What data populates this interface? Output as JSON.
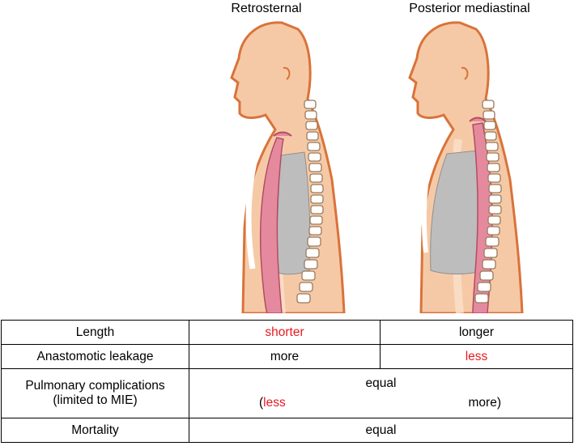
{
  "figure": {
    "title_left": "Retrosternal",
    "title_right": "Posterior mediastinal"
  },
  "illustration": {
    "left_panel": "retrosternal-route-body",
    "right_panel": "posterior-mediastinal-route-body"
  },
  "colors": {
    "skin": "#f6c9a6",
    "skin_outline": "#d9733a",
    "conduit": "#e58a9e",
    "lung": "#bdbdbd",
    "spine": "#ffffff",
    "highlight_text": "#e8191f",
    "text": "#000000"
  },
  "table": {
    "rows": [
      {
        "label": "Length",
        "retrosternal": "shorter",
        "posterior": "longer"
      },
      {
        "label": "Anastomotic leakage",
        "retrosternal": "more",
        "posterior": "less"
      },
      {
        "label_line1": "Pulmonary complications",
        "label_line2": "(limited to MIE)",
        "merged": "equal",
        "sub_open": "(",
        "sub_left": "less",
        "sub_right": "more)"
      },
      {
        "label": "Mortality",
        "merged": "equal"
      }
    ]
  }
}
